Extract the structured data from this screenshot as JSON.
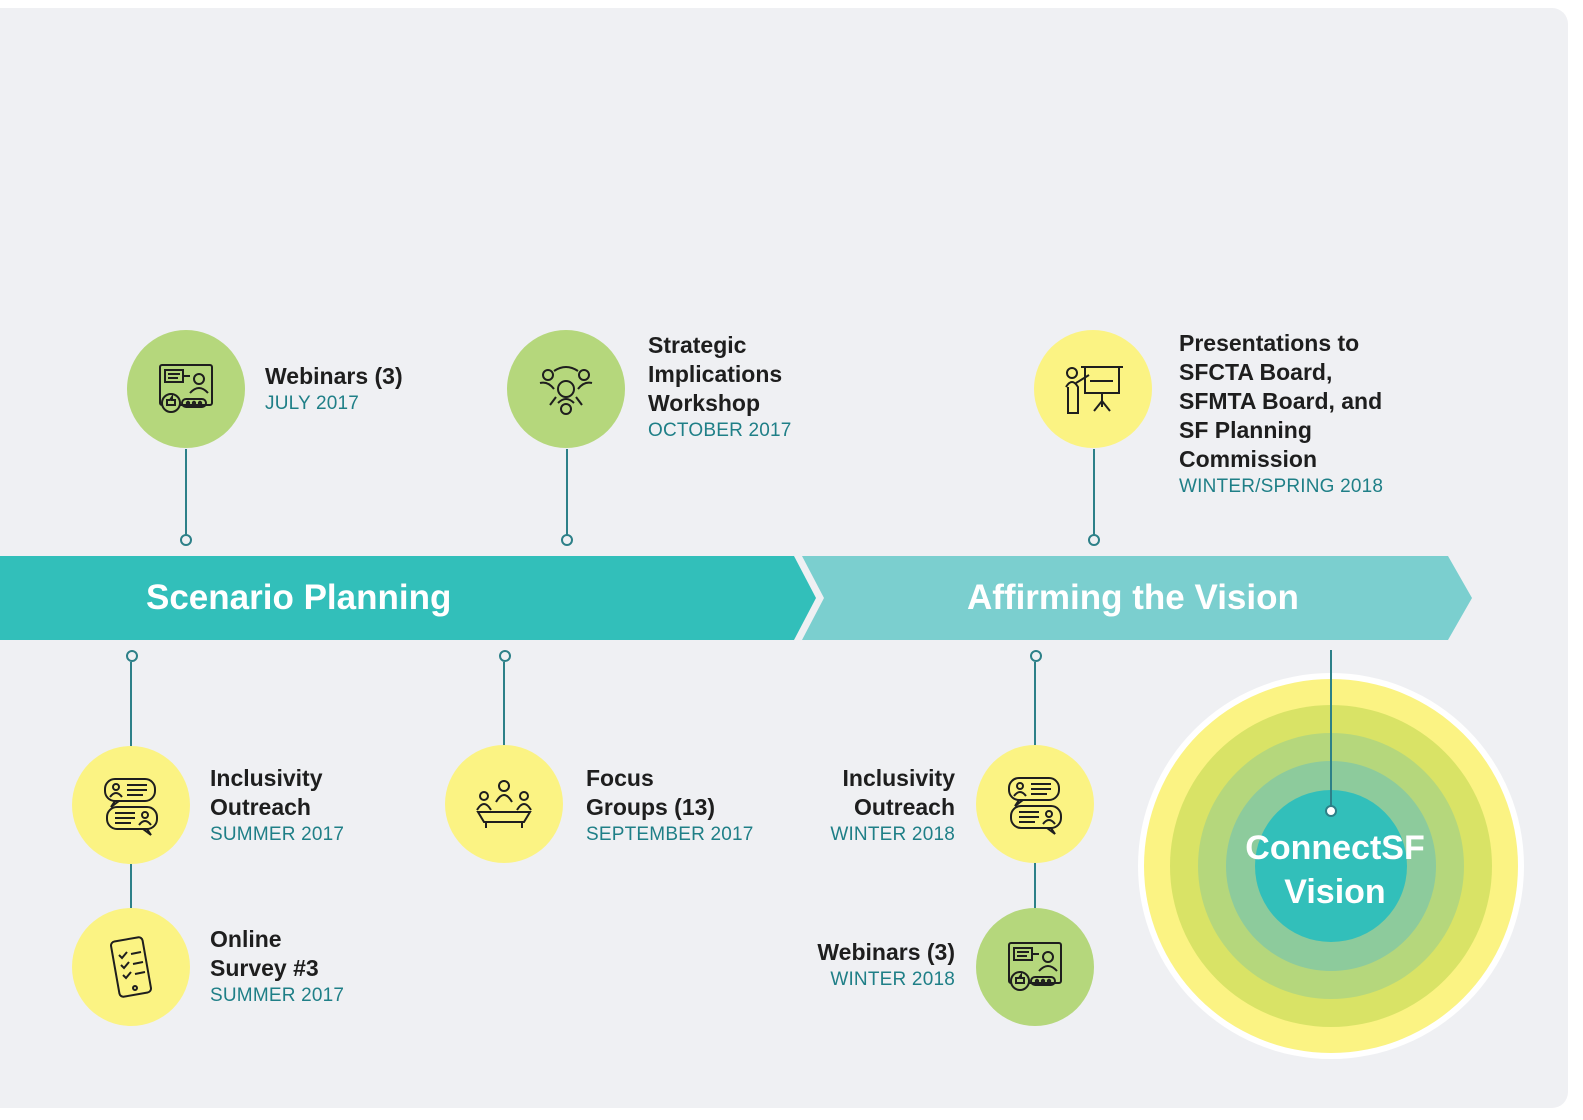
{
  "phases": [
    {
      "label": "Scenario Planning",
      "color": "#32bfba"
    },
    {
      "label": "Affirming the Vision",
      "color": "#7bcfcf"
    }
  ],
  "above": [
    {
      "title": "Webinars (3)",
      "date": "JULY 2017",
      "icon": "webinar-icon",
      "color": "green"
    },
    {
      "title": "Strategic Implications Workshop",
      "date": "OCTOBER 2017",
      "icon": "workshop-people-icon",
      "color": "green"
    },
    {
      "title": "Presentations to SFCTA Board, SFMTA Board, and SF Planning Commission",
      "date": "WINTER/SPRING 2018",
      "icon": "presentation-icon",
      "color": "yellow"
    }
  ],
  "below": [
    {
      "title": "Inclusivity Outreach",
      "date": "SUMMER 2017",
      "icon": "chat-bubbles-icon",
      "color": "yellow"
    },
    {
      "title": "Online Survey #3",
      "date": "SUMMER 2017",
      "icon": "phone-survey-icon",
      "color": "yellow"
    },
    {
      "title": "Focus Groups (13)",
      "date": "SEPTEMBER 2017",
      "icon": "meeting-table-icon",
      "color": "yellow"
    },
    {
      "title": "Inclusivity Outreach",
      "date": "WINTER 2018",
      "icon": "chat-bubbles-icon",
      "color": "yellow"
    },
    {
      "title": "Webinars (3)",
      "date": "WINTER 2018",
      "icon": "webinar-icon",
      "color": "green"
    }
  ],
  "vision": {
    "line1": "ConnectSF",
    "line2": "Vision",
    "rings": [
      "#fbf383",
      "#d9e366",
      "#b5d77c",
      "#8dcb9c",
      "#32bfba"
    ]
  },
  "colors": {
    "line": "#2d8088",
    "title": "#1e1e1e",
    "date": "#1f7f87",
    "green_circle": "#b5d77c",
    "yellow_circle": "#fbf383"
  }
}
